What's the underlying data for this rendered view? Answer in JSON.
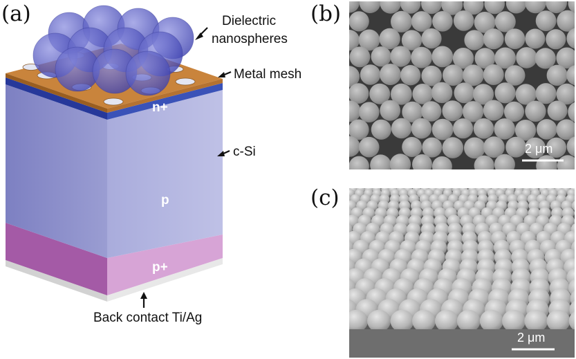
{
  "panel_a": {
    "letter": "(a)",
    "labels": {
      "dielectric_line1": "Dielectric",
      "dielectric_line2": "nanospheres",
      "metal_mesh": "Metal mesh",
      "c_si": "c-Si",
      "n_plus": "n+",
      "p": "p",
      "p_plus": "p+",
      "back_contact": "Back contact Ti/Ag"
    },
    "colors": {
      "silicon": "#a8abd8",
      "n_plus_layer": "#2c44a8",
      "p_plus_layer": "#c98fcc",
      "metal_mesh": "#c9843c",
      "nanosphere": "#5b5fc8",
      "back_contact": "#dcdcdc"
    }
  },
  "panel_b": {
    "letter": "(b)",
    "scale_bar_label": "2 μm"
  },
  "panel_c": {
    "letter": "(c)",
    "scale_bar_label": "2 μm"
  }
}
